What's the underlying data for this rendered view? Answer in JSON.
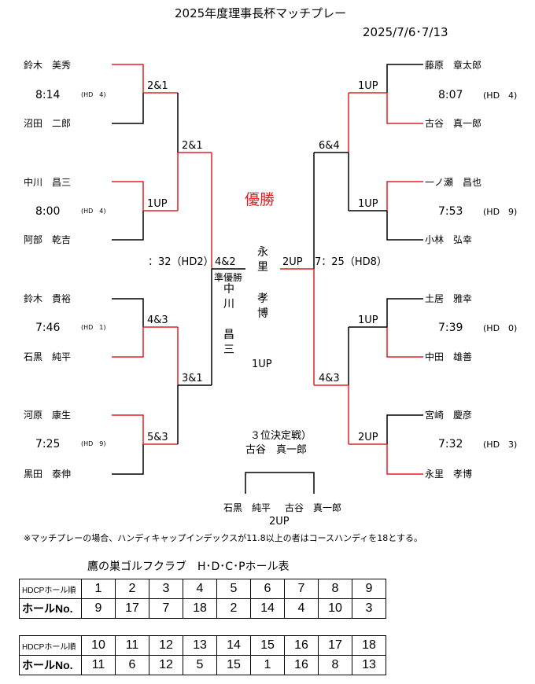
{
  "header": {
    "title": "2025年度理事長杯マッチプレー",
    "dates": "2025/7/6･7/13"
  },
  "left": {
    "m1": {
      "p1": "鈴木　美秀",
      "time": "8:14",
      "hd": "(HD　4)",
      "p2": "沼田　二郎",
      "score": "2&1"
    },
    "m2": {
      "p1": "中川　昌三",
      "time": "8:00",
      "hd": "(HD　4)",
      "p2": "阿部　乾吉",
      "score": "1UP"
    },
    "m3": {
      "p1": "鈴木　貴裕",
      "time": "7:46",
      "hd": "(HD　1)",
      "p2": "石黒　純平",
      "score": "4&3"
    },
    "m4": {
      "p1": "河原　康生",
      "time": "7:25",
      "hd": "(HD　9)",
      "p2": "黒田　泰伸",
      "score": "5&3"
    },
    "r2a": "2&1",
    "r2b": "3&1",
    "semi": "4&2"
  },
  "right": {
    "m1": {
      "p1": "藤原　章太郎",
      "time": "8:07",
      "hd": "(HD　4)",
      "p2": "古谷　真一郎",
      "score": "1UP"
    },
    "m2": {
      "p1": "一ノ瀬　昌也",
      "time": "7:53",
      "hd": "(HD　9)",
      "p2": "小林　弘幸",
      "score": "1UP"
    },
    "m3": {
      "p1": "土居　雅幸",
      "time": "7:39",
      "hd": "(HD　0)",
      "p2": "中田　雄善",
      "score": "1UP"
    },
    "m4": {
      "p1": "宮崎　慶彦",
      "time": "7:32",
      "hd": "(HD　3)",
      "p2": "永里　孝博",
      "score": "2UP"
    },
    "r2a": "6&4",
    "r2b": "4&3",
    "semi": "2UP"
  },
  "final": {
    "winner_label": "優勝",
    "left_note": "：32（HD2）",
    "right_note": "7：25（HD8）",
    "runner_up_label": "準優勝",
    "runner_up_chars": [
      "中",
      "川",
      "昌",
      "三"
    ],
    "champion_chars": [
      "永",
      "里",
      "孝",
      "博"
    ],
    "score": "1UP"
  },
  "third_place": {
    "label": "３位決定戦）",
    "winner": "古谷　真一郎",
    "p1": "石黒　純平",
    "p2": "古谷　真一郎",
    "score": "2UP"
  },
  "note": "※マッチプレーの場合、ハンディキャップインデックスが11.8以上の者はコースハンディを18とする。",
  "hdcp_table": {
    "title": "鷹の巣ゴルフクラブ　H･D･C･Pホール表",
    "row_label_1": "HDCPホール順",
    "row_label_2": "ホールNo.",
    "front": {
      "order": [
        "1",
        "2",
        "3",
        "4",
        "5",
        "6",
        "7",
        "8",
        "9"
      ],
      "holes": [
        "9",
        "17",
        "7",
        "18",
        "2",
        "14",
        "4",
        "10",
        "3"
      ]
    },
    "back": {
      "order": [
        "10",
        "11",
        "12",
        "13",
        "14",
        "15",
        "16",
        "17",
        "18"
      ],
      "holes": [
        "11",
        "6",
        "12",
        "5",
        "15",
        "1",
        "16",
        "8",
        "13"
      ]
    }
  },
  "colors": {
    "winner_line": "#e02020",
    "loser_line": "#000000",
    "title_red": "#e02020"
  }
}
